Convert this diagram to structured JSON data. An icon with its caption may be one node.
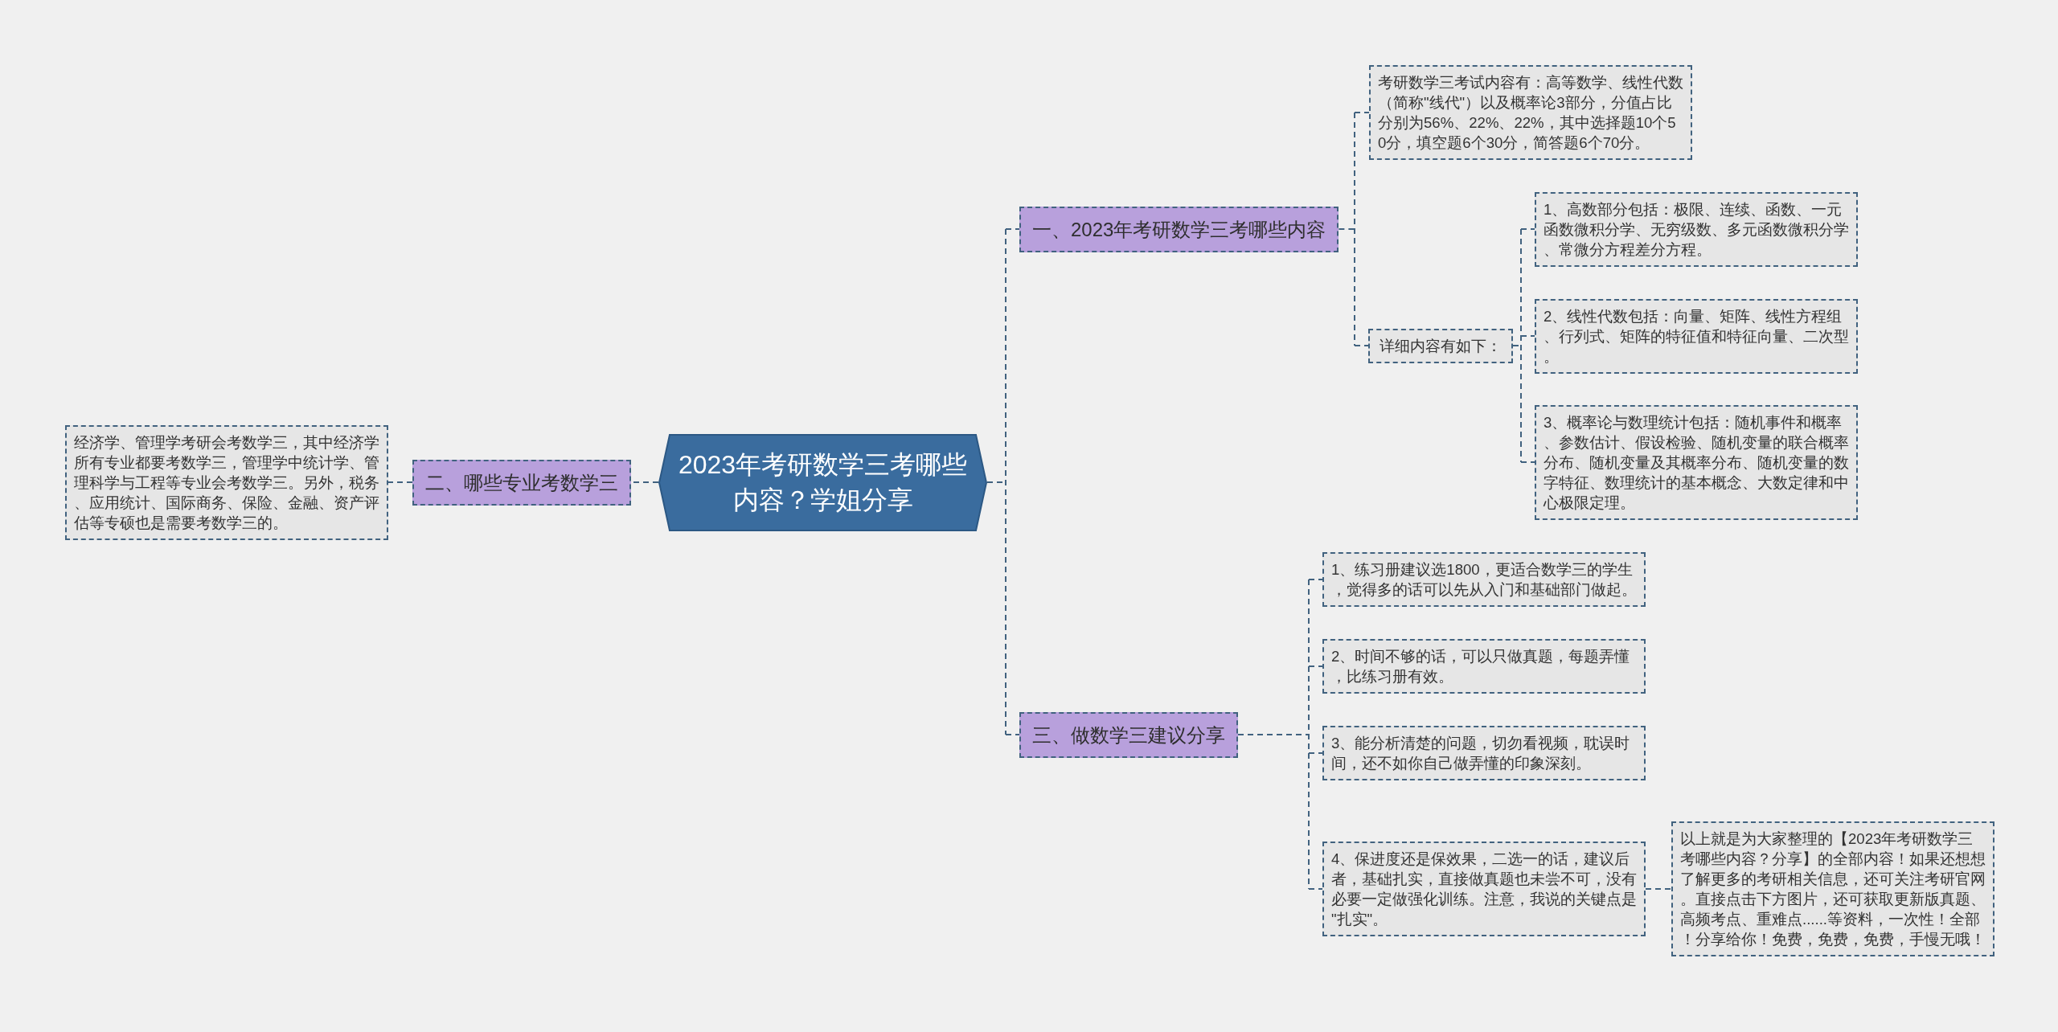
{
  "diagram": {
    "nodes": [
      {
        "text": [
          "2023年考研数学三考哪些内容？学姐分享"
        ]
      },
      {
        "text": [
          "一、2023年考研数学三考哪些内容"
        ]
      },
      {
        "text": [
          "考研数学三考试内容有：高等数学、线性代数（简称\"线代\"）以及概率论3部分，分值占比分别为56%、22%、22%，其中选择题10个50分，填空题6个30分，简答题6个70分。"
        ]
      },
      {
        "text": [
          "详细内容有如下："
        ]
      },
      {
        "text": [
          "1、高数部分包括：极限、连续、函数、一元函数微积分学、无穷级数、多元函数微积分学、常微分方程差分方程。"
        ]
      },
      {
        "text": [
          "2、线性代数包括：向量、矩阵、线性方程组、行列式、矩阵的特征值和特征向量、二次型。"
        ]
      },
      {
        "text": [
          "3、概率论与数理统计包括：随机事件和概率、参数估计、假设检验、随机变量的联合概率分布、随机变量及其概率分布、随机变量的数字特征、数理统计的基本概念、大数定律和中心极限定理。"
        ]
      },
      {
        "text": [
          "二、哪些专业考数学三"
        ]
      },
      {
        "text": [
          "经济学、管理学考研会考数学三，其中经济学所有专业都要考数学三，管理学中统计学、管理科学与工程等专业会考数学三。另外，税务、应用统计、国际商务、保险、金融、资产评估等专硕也是需要考数学三的。"
        ]
      },
      {
        "text": [
          "三、做数学三建议分享"
        ]
      },
      {
        "text": [
          "1、练习册建议选1800，更适合数学三的学生，觉得多的话可以先从入门和基础部门做起。"
        ]
      },
      {
        "text": [
          "2、时间不够的话，可以只做真题，每题弄懂，比练习册有效。"
        ]
      },
      {
        "text": [
          "3、能分析清楚的问题，切勿看视频，耽误时间，还不如你自己做弄懂的印象深刻。"
        ]
      },
      {
        "text": [
          "4、保进度还是保效果，二选一的话，建议后者，基础扎实，直接做真题也未尝不可，没有必要一定做强化训练。注意，我说的关键点是\"扎实\"。"
        ]
      },
      {
        "text": [
          "以上就是为大家整理的【2023年考研数学三考哪些内容？分享】的全部内容！如果还想想了解更多的考研相关信息，还可关注考研官网。直接点击下方图片，还可获取更新版真题、高频考点、重难点......等资料，一次性！全部！分享给你！免费，免费，免费，手慢无哦！"
        ]
      }
    ],
    "edges": [
      {
        "from": 0,
        "to": 1,
        "arrow": "none",
        "style": "dashed"
      },
      {
        "from": 1,
        "to": 2,
        "arrow": "none",
        "style": "dashed"
      },
      {
        "from": 1,
        "to": 3,
        "arrow": "none",
        "style": "dashed"
      },
      {
        "from": 3,
        "to": 4,
        "arrow": "none",
        "style": "dashed"
      },
      {
        "from": 3,
        "to": 5,
        "arrow": "none",
        "style": "dashed"
      },
      {
        "from": 3,
        "to": 6,
        "arrow": "none",
        "style": "dashed"
      },
      {
        "from": 0,
        "to": 7,
        "arrow": "none",
        "style": "dashed"
      },
      {
        "from": 7,
        "to": 8,
        "arrow": "none",
        "style": "dashed"
      },
      {
        "from": 0,
        "to": 9,
        "arrow": "none",
        "style": "dashed"
      },
      {
        "from": 9,
        "to": 10,
        "arrow": "none",
        "style": "dashed"
      },
      {
        "from": 9,
        "to": 11,
        "arrow": "none",
        "style": "dashed"
      },
      {
        "from": 9,
        "to": 12,
        "arrow": "none",
        "style": "dashed"
      },
      {
        "from": 9,
        "to": 13,
        "arrow": "none",
        "style": "dashed"
      },
      {
        "from": 13,
        "to": 14,
        "arrow": "none",
        "style": "dashed"
      }
    ]
  }
}
